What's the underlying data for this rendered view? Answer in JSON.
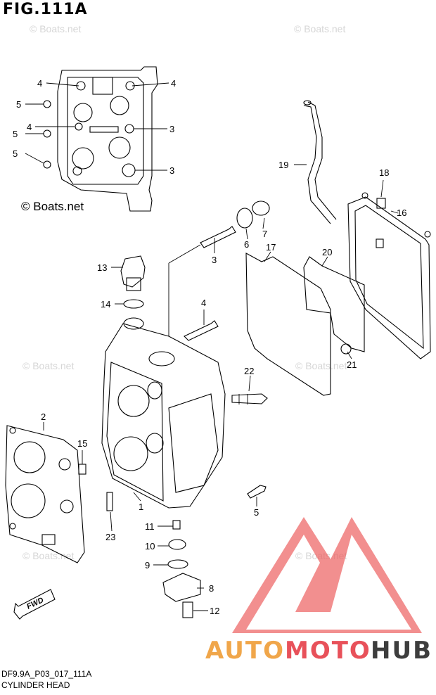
{
  "figure_title": "FIG.111A",
  "watermarks": {
    "primary": "© Boats.net",
    "faded": "© Boats.net"
  },
  "callouts": [
    {
      "id": "top-4a",
      "number": "4"
    },
    {
      "id": "top-4b",
      "number": "4"
    },
    {
      "id": "top-5a",
      "number": "5"
    },
    {
      "id": "top-4c",
      "number": "4"
    },
    {
      "id": "top-3a",
      "number": "3"
    },
    {
      "id": "top-5b",
      "number": "5"
    },
    {
      "id": "top-5c",
      "number": "5"
    },
    {
      "id": "top-3b",
      "number": "3"
    },
    {
      "id": "p19",
      "number": "19"
    },
    {
      "id": "p18",
      "number": "18"
    },
    {
      "id": "p16",
      "number": "16"
    },
    {
      "id": "p7",
      "number": "7"
    },
    {
      "id": "p6",
      "number": "6"
    },
    {
      "id": "p17",
      "number": "17"
    },
    {
      "id": "p20",
      "number": "20"
    },
    {
      "id": "p3",
      "number": "3"
    },
    {
      "id": "p13",
      "number": "13"
    },
    {
      "id": "p14",
      "number": "14"
    },
    {
      "id": "p4",
      "number": "4"
    },
    {
      "id": "p21",
      "number": "21"
    },
    {
      "id": "p22",
      "number": "22"
    },
    {
      "id": "p2",
      "number": "2"
    },
    {
      "id": "p15",
      "number": "15"
    },
    {
      "id": "p1",
      "number": "1"
    },
    {
      "id": "p5",
      "number": "5"
    },
    {
      "id": "p11",
      "number": "11"
    },
    {
      "id": "p23",
      "number": "23"
    },
    {
      "id": "p10",
      "number": "10"
    },
    {
      "id": "p9",
      "number": "9"
    },
    {
      "id": "p8",
      "number": "8"
    },
    {
      "id": "p12",
      "number": "12"
    }
  ],
  "fwd_label": "FWD",
  "brand": {
    "part1": "AUTO",
    "part2": "MOTO",
    "part3": "HUB",
    "color_auto": "#f0a64a",
    "color_moto": "#e8515a",
    "color_hub": "#3d3d3d",
    "logo_color": "#ec5b5b"
  },
  "footer": {
    "code": "DF9.9A_P03_017_111A",
    "name": "CYLINDER HEAD"
  }
}
